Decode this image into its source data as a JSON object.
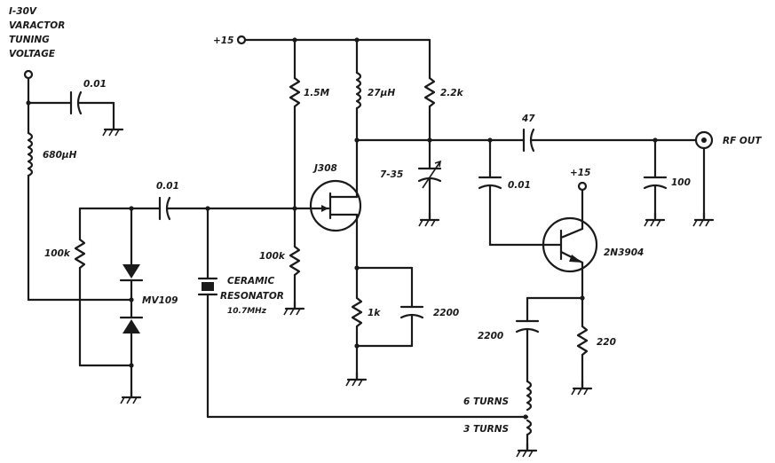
{
  "labels": {
    "tuning_line1": "I-30V",
    "tuning_line2": "VARACTOR",
    "tuning_line3": "TUNING",
    "tuning_line4": "VOLTAGE",
    "c_tune_bypass": "0.01",
    "l_680": "680µH",
    "c_coupling": "0.01",
    "r_100k_left": "100k",
    "varactor": "MV109",
    "ceramic_line1": "CERAMIC",
    "ceramic_line2": "RESONATOR",
    "ceramic_freq": "10.7MHz",
    "r_100k_gate": "100k",
    "supply": "+15",
    "r_1_5m": "1.5M",
    "l_27": "27µH",
    "r_2_2k": "2.2k",
    "jfet": "J308",
    "trimmer": "7-35",
    "c_out": "47",
    "rf_out": "RF OUT",
    "c_0_01_base": "0.01",
    "supply2": "+15",
    "bjt": "2N3904",
    "c_100": "100",
    "r_1k": "1k",
    "c_2200_source": "2200",
    "c_2200_emitter": "2200",
    "r_220": "220",
    "turns_6": "6 TURNS",
    "turns_3": "3 TURNS"
  }
}
